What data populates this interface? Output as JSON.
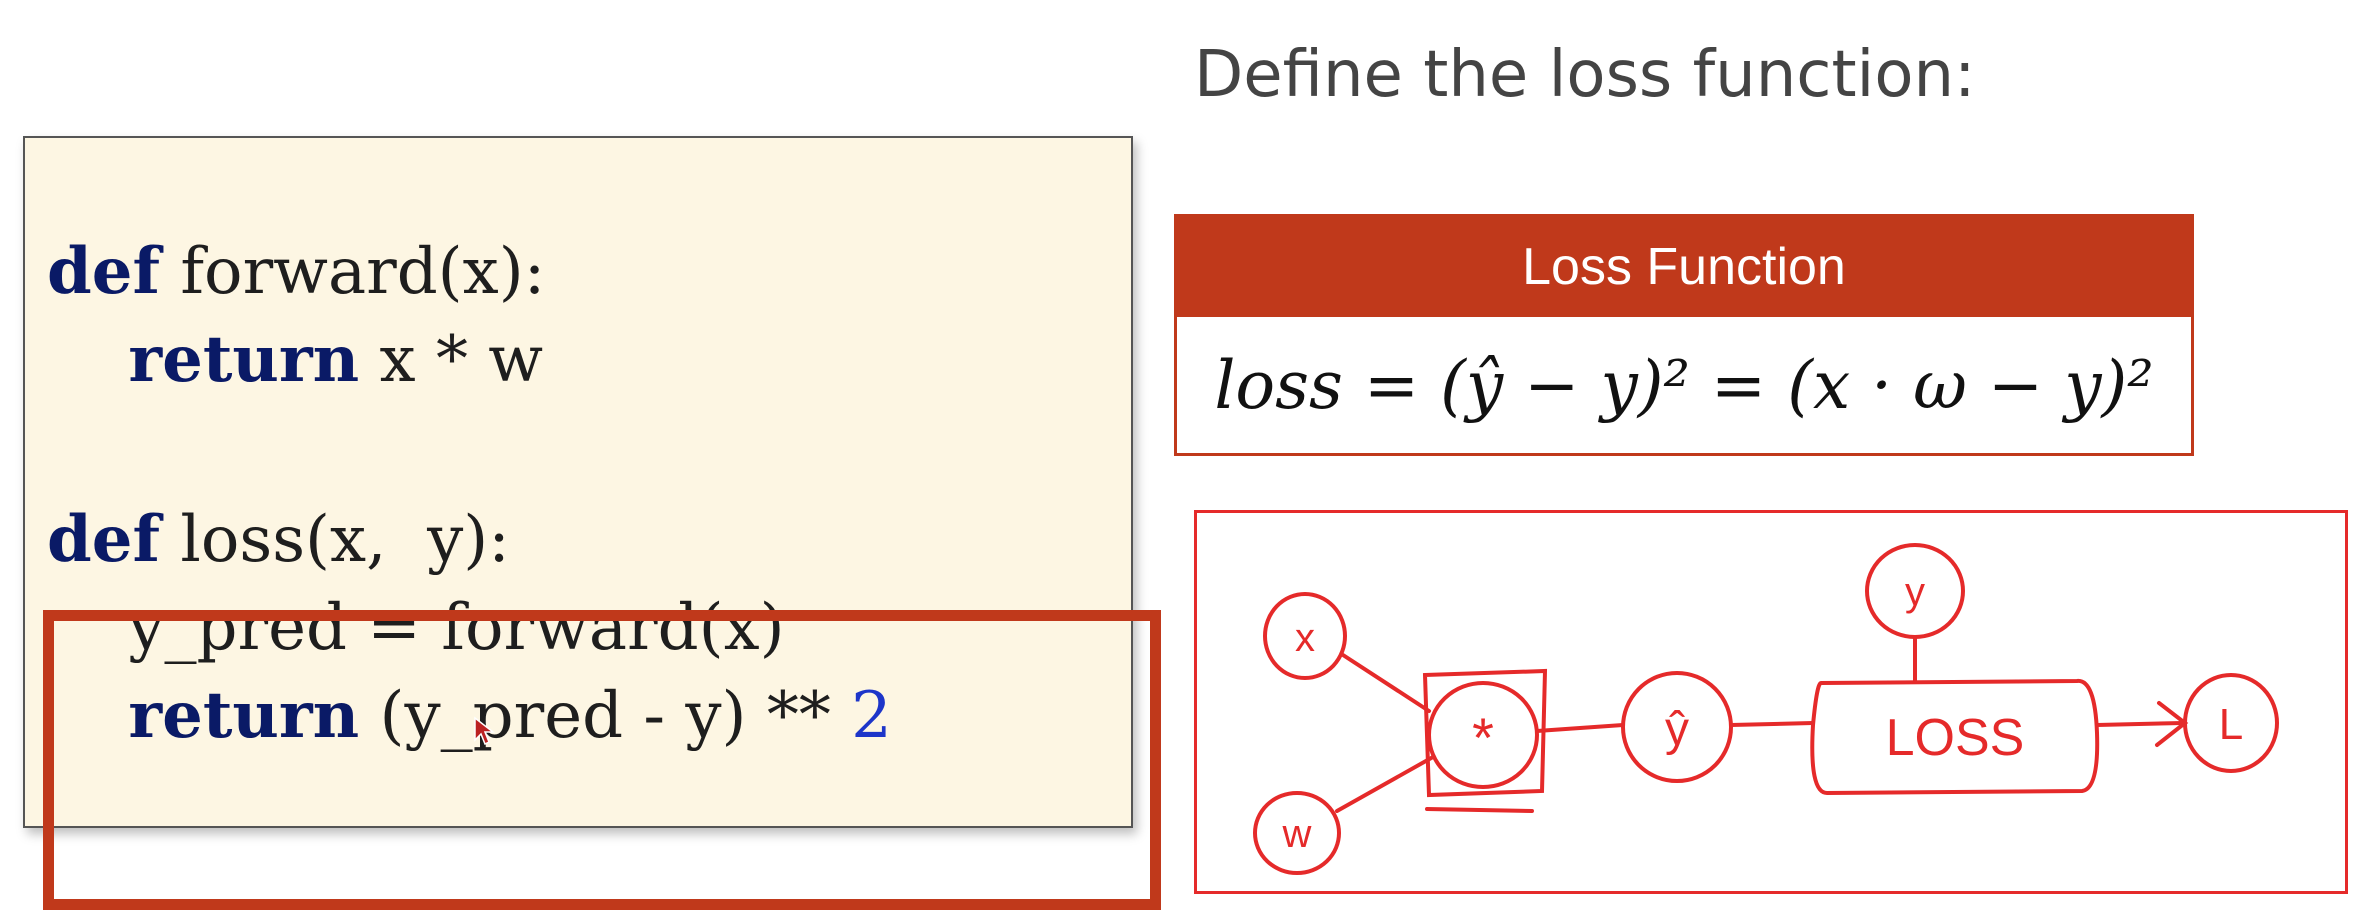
{
  "heading": "Define the loss function:",
  "code": {
    "kw_def": "def",
    "kw_return": "return",
    "line1_rest": " forward(x):",
    "line2_rest": " x * w",
    "line3_rest": " loss(x,  y):",
    "line4": "    y_pred = forward(x)",
    "line5_rest": " (y_pred - y) ** ",
    "line5_num": "2"
  },
  "loss_card": {
    "title": "Loss Function",
    "formula": "loss = (ŷ − y)² = (x · ω − y)²"
  },
  "diagram": {
    "node_x": "x",
    "node_w": "w",
    "node_mul": "*",
    "node_yhat": "ŷ",
    "node_y": "y",
    "node_loss": "LOSS",
    "node_L": "L"
  },
  "colors": {
    "accent": "#c0391b",
    "sketch": "#e52a2a",
    "code_bg": "#fdf6e3",
    "keyword": "#0a1a66",
    "number": "#1d35c9"
  },
  "icons": [
    "cursor-arrow-icon"
  ]
}
